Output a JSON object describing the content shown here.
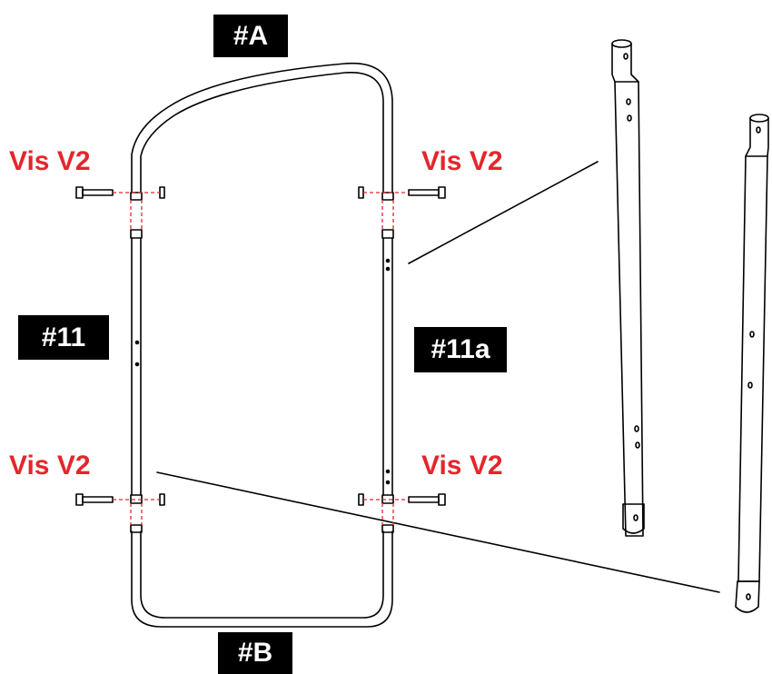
{
  "labels": {
    "part_a": "#A",
    "part_b": "#B",
    "part_11": "#11",
    "part_11a": "#11a",
    "screw_top_left": "Vis V2",
    "screw_top_right": "Vis V2",
    "screw_bottom_left": "Vis V2",
    "screw_bottom_right": "Vis V2"
  },
  "colors": {
    "label_text": "#e4262c",
    "tag_background": "#000000",
    "tag_text": "#ffffff",
    "line_art": "#000000",
    "dashed_guides": "#e4262c"
  }
}
